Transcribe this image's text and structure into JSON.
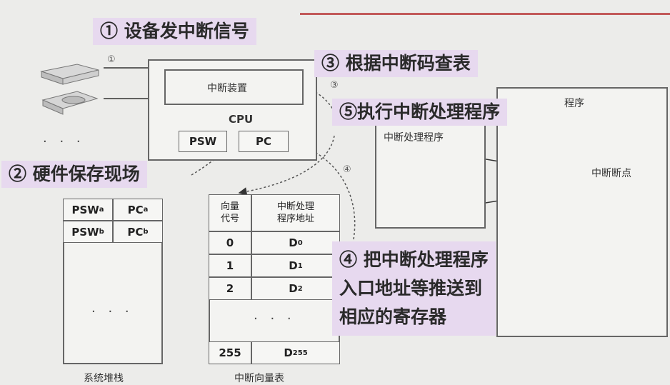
{
  "callouts": {
    "c1": "① 设备发中断信号",
    "c2": "② 硬件保存现场",
    "c3": "③ 根据中断码查表",
    "c5": "⑤执行中断处理程序",
    "c4_line1": "④ 把中断处理程序",
    "c4_line2": "入口地址等推送到",
    "c4_line3": "相应的寄存器"
  },
  "markers": {
    "m1": "①",
    "m3": "③",
    "m4": "④"
  },
  "devices": {
    "ellipsis": "· · ·"
  },
  "cpu": {
    "interrupt_device": "中断装置",
    "title": "CPU",
    "psw": "PSW",
    "pc": "PC"
  },
  "handler": {
    "title": "中断处理程序"
  },
  "program": {
    "title": "程序",
    "breakpoint": "中断断点"
  },
  "stack": {
    "caption": "系统堆栈",
    "rows": [
      {
        "a": "PSW",
        "a_sub": "a",
        "b": "PC",
        "b_sub": "a"
      },
      {
        "a": "PSW",
        "a_sub": "b",
        "b": "PC",
        "b_sub": "b"
      }
    ],
    "ellipsis": "· · ·"
  },
  "vector_table": {
    "caption": "中断向量表",
    "header_col1": "向量代号",
    "header_col1_l1": "向量",
    "header_col1_l2": "代号",
    "header_col2_l1": "中断处理",
    "header_col2_l2": "程序地址",
    "rows": [
      {
        "code": "0",
        "addr": "D",
        "sub": "0"
      },
      {
        "code": "1",
        "addr": "D",
        "sub": "1"
      },
      {
        "code": "2",
        "addr": "D",
        "sub": "2"
      }
    ],
    "ellipsis": "· · ·",
    "last": {
      "code": "255",
      "addr": "D",
      "sub": "255"
    }
  }
}
